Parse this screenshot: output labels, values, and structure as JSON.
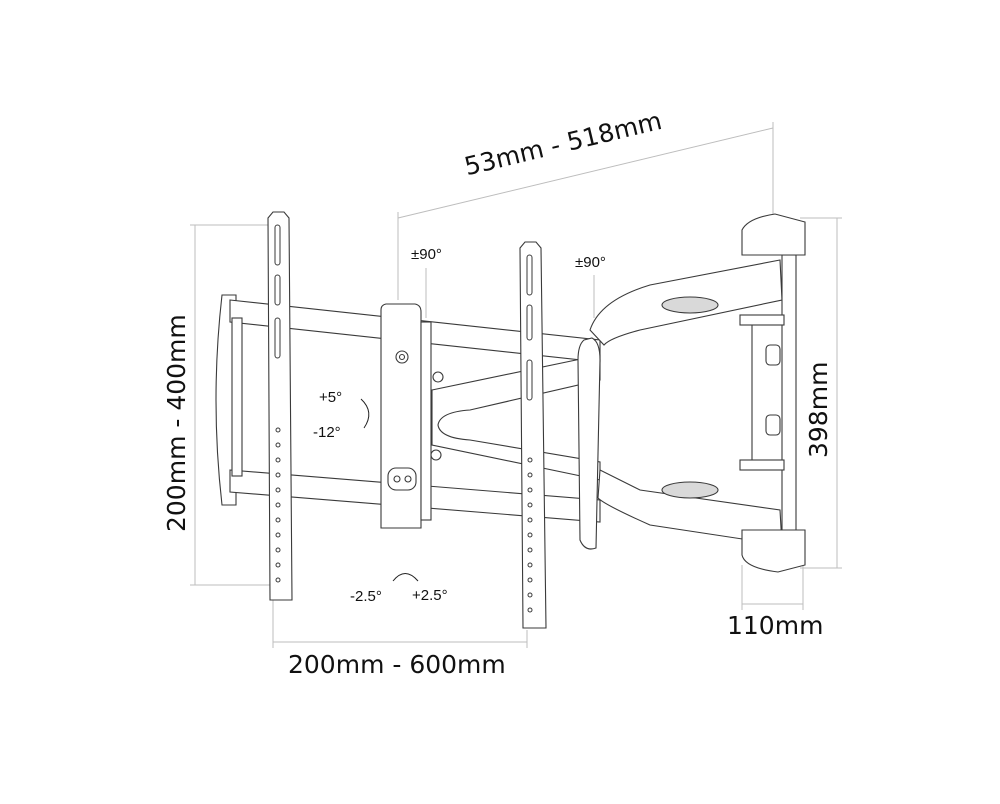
{
  "diagram": {
    "subject": "Full-motion TV wall mount",
    "colors": {
      "line": "#3a3a3a",
      "dim_line": "#bdbdbd",
      "text": "#111111",
      "fill": "#ffffff",
      "oval": "#d9d9d9"
    }
  },
  "dimensions": {
    "extension": "53mm - 518mm",
    "vesa_vertical": "200mm - 400mm",
    "vesa_horizontal": "200mm - 600mm",
    "wall_plate_height": "398mm",
    "wall_plate_width": "110mm"
  },
  "angles": {
    "swivel_left": "±90°",
    "swivel_right": "±90°",
    "tilt_up": "+5°",
    "tilt_down": "-12°",
    "roll_left": "-2.5°",
    "roll_right": "+2.5°"
  }
}
